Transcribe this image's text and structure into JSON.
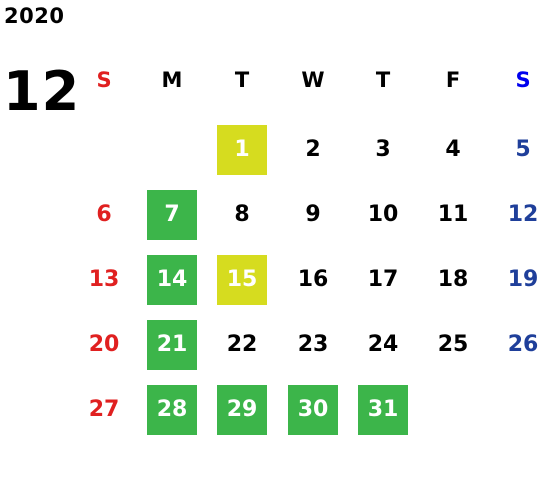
{
  "year": "2020",
  "month": "12",
  "colors": {
    "sunday": "#e02020",
    "saturday": "#1f3f9a",
    "weekday": "#000000",
    "highlight_green": "#3cb54a",
    "highlight_yellow": "#d6dc1f",
    "highlight_text": "#ffffff"
  },
  "weekdays": [
    "S",
    "M",
    "T",
    "W",
    "T",
    "F",
    "S"
  ],
  "weekday_header_colors": [
    "#e02020",
    "#000000",
    "#000000",
    "#000000",
    "#000000",
    "#000000",
    "#0000ee"
  ],
  "weeks": [
    [
      null,
      null,
      {
        "day": "1",
        "hl": "yellow"
      },
      {
        "day": "2"
      },
      {
        "day": "3"
      },
      {
        "day": "4"
      },
      {
        "day": "5"
      }
    ],
    [
      {
        "day": "6"
      },
      {
        "day": "7",
        "hl": "green"
      },
      {
        "day": "8"
      },
      {
        "day": "9"
      },
      {
        "day": "10"
      },
      {
        "day": "11"
      },
      {
        "day": "12"
      }
    ],
    [
      {
        "day": "13"
      },
      {
        "day": "14",
        "hl": "green"
      },
      {
        "day": "15",
        "hl": "yellow"
      },
      {
        "day": "16"
      },
      {
        "day": "17"
      },
      {
        "day": "18"
      },
      {
        "day": "19"
      }
    ],
    [
      {
        "day": "20"
      },
      {
        "day": "21",
        "hl": "green"
      },
      {
        "day": "22"
      },
      {
        "day": "23"
      },
      {
        "day": "24"
      },
      {
        "day": "25"
      },
      {
        "day": "26"
      }
    ],
    [
      {
        "day": "27"
      },
      {
        "day": "28",
        "hl": "green"
      },
      {
        "day": "29",
        "hl": "green"
      },
      {
        "day": "30",
        "hl": "green"
      },
      {
        "day": "31",
        "hl": "green"
      },
      null,
      null
    ]
  ]
}
